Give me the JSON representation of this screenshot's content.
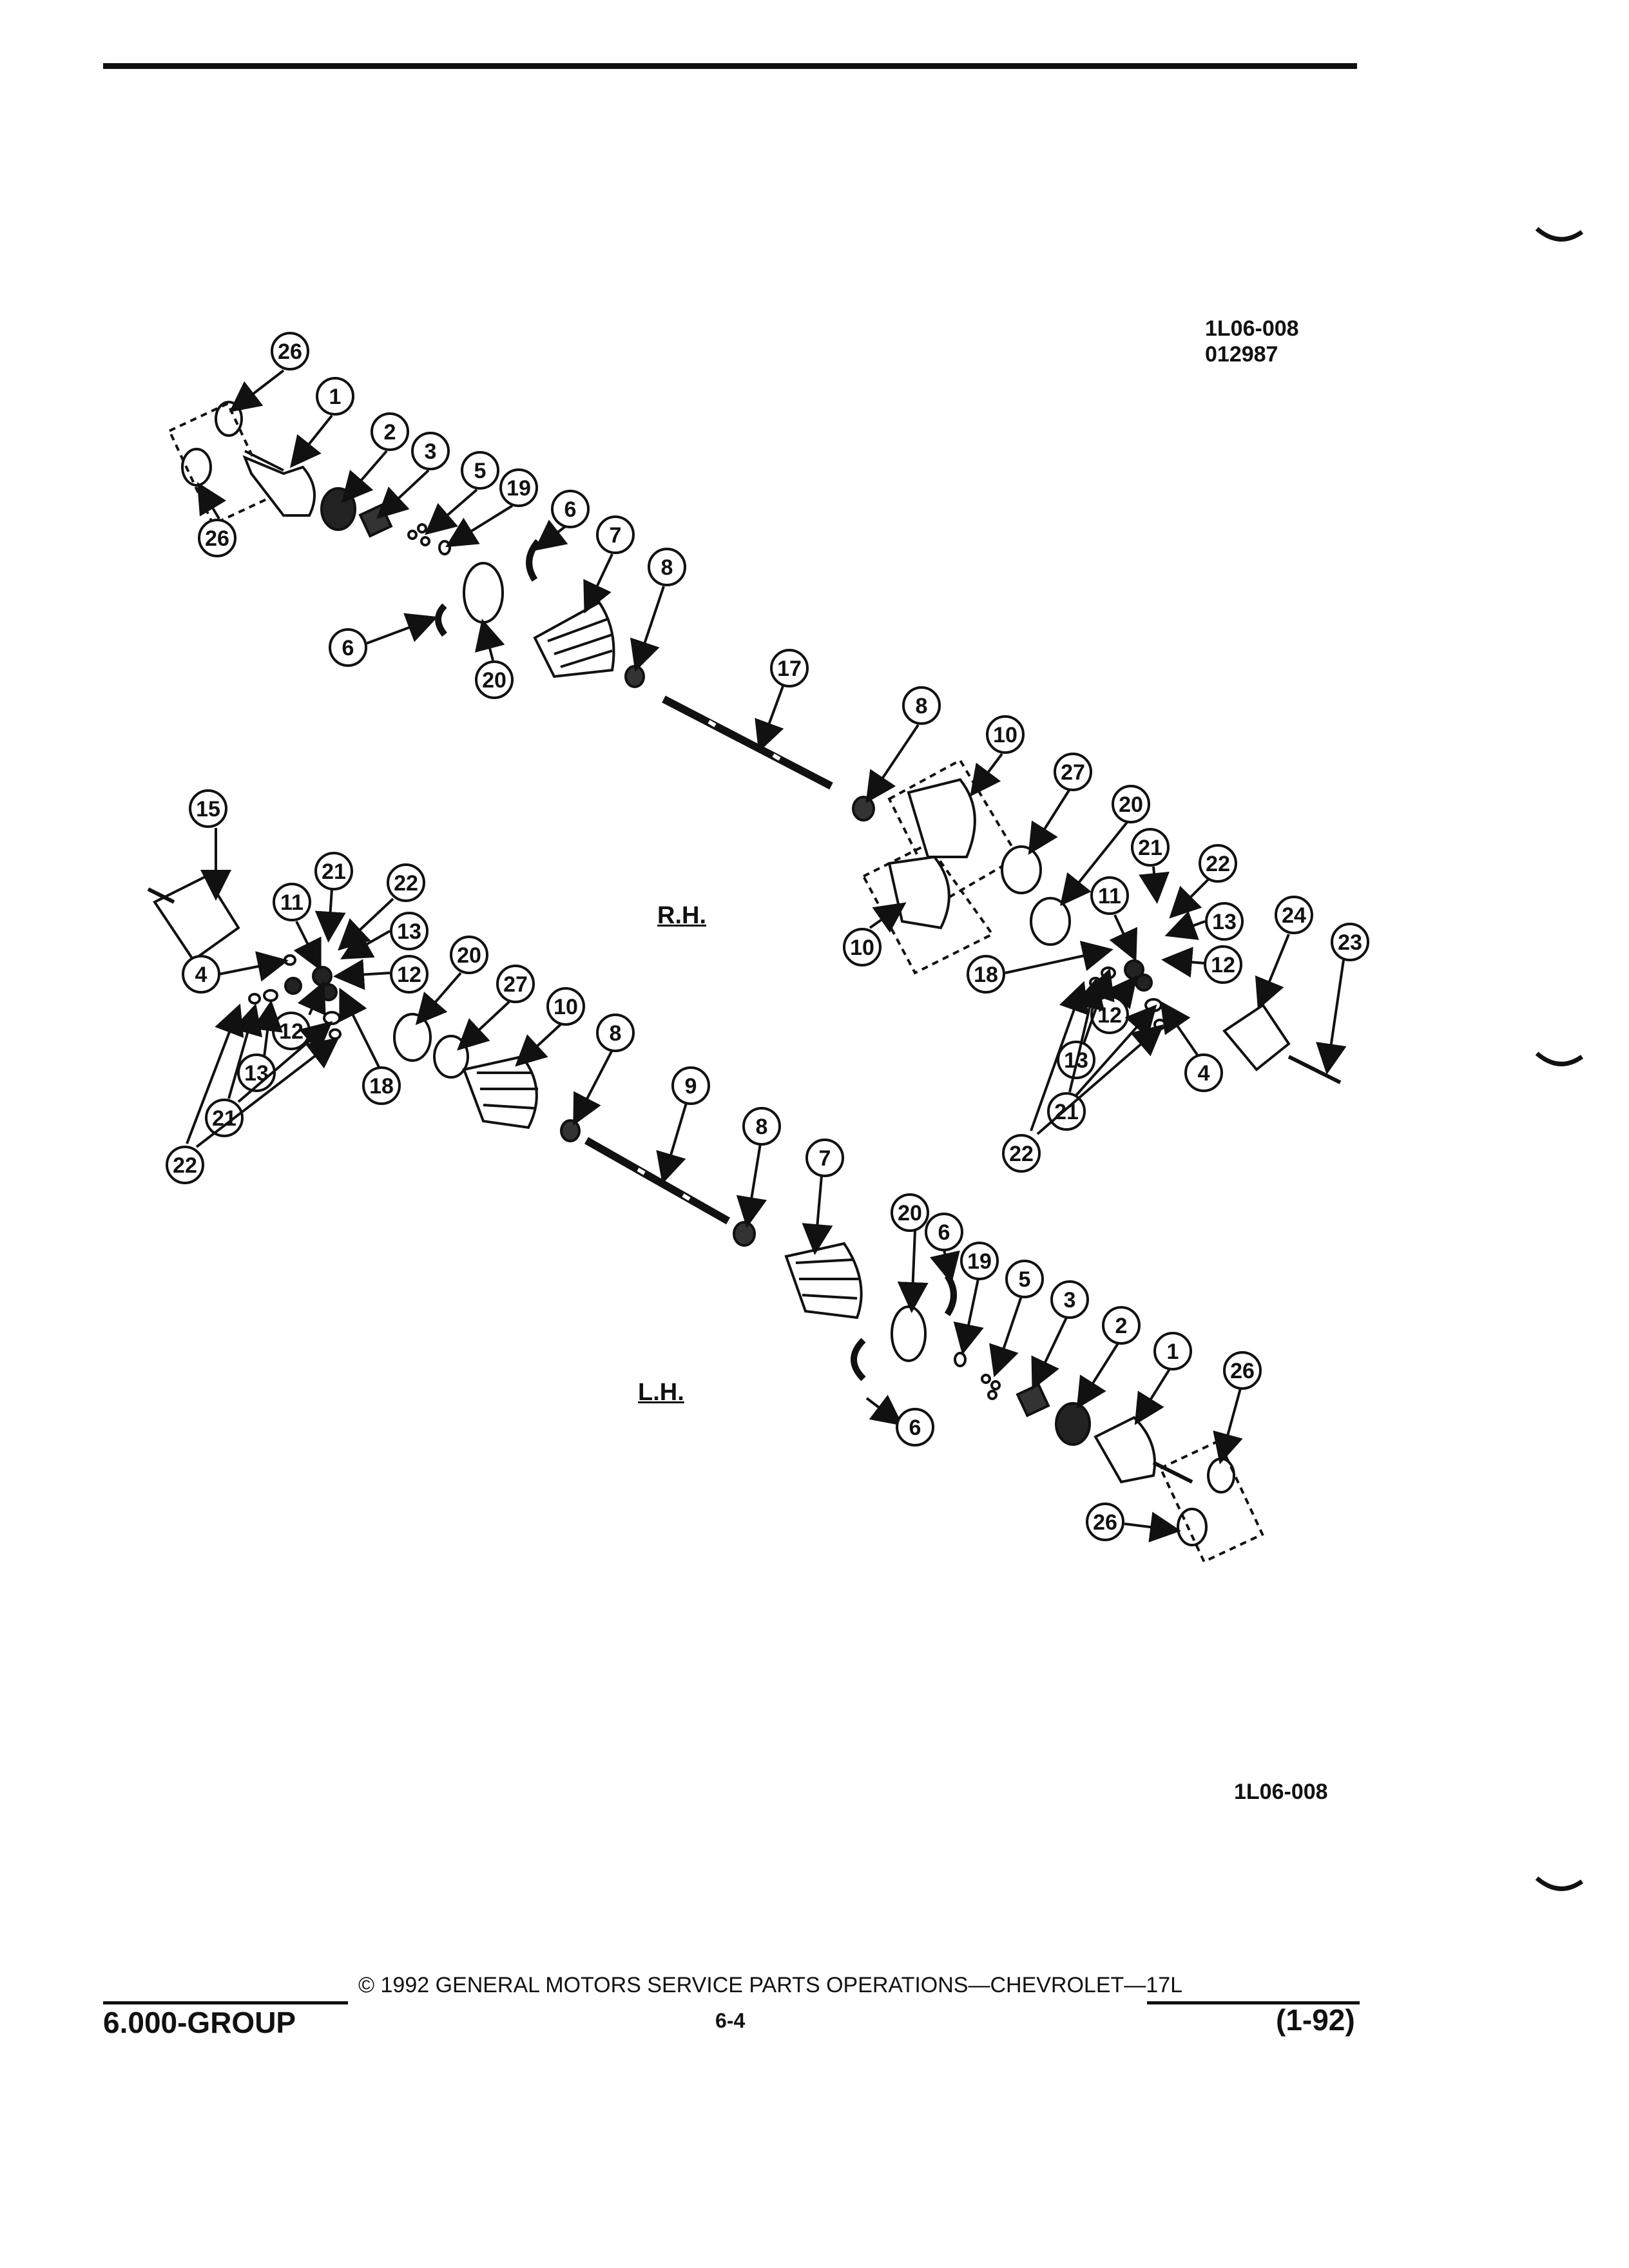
{
  "header": {
    "figure_id": "1L06-008",
    "figure_code": "012987"
  },
  "labels": {
    "right_hand": "R.H.",
    "left_hand": "L.H."
  },
  "figure_id_bottom": "1L06-008",
  "footer": {
    "copyright": "© 1992 GENERAL MOTORS SERVICE PARTS OPERATIONS—CHEVROLET—17L",
    "group": "6.000-GROUP",
    "page": "6-4",
    "date_code": "(1-92)"
  },
  "callouts": {
    "c26a": "26",
    "c26b": "26",
    "c1a": "1",
    "c2a": "2",
    "c3a": "3",
    "c5a": "5",
    "c19a": "19",
    "c6a": "6",
    "c7a": "7",
    "c8a": "8",
    "c6b": "6",
    "c20a": "20",
    "c17": "17",
    "c8b": "8",
    "c10a": "10",
    "c27a": "27",
    "c20b": "20",
    "c10b": "10",
    "c21a": "21",
    "c22a": "22",
    "c11a": "11",
    "c13a": "13",
    "c24": "24",
    "c23": "23",
    "c12a": "12",
    "c18a": "18",
    "c12b": "12",
    "c13b": "13",
    "c4a": "4",
    "c21b": "21",
    "c22b": "22",
    "c15": "15",
    "c21c": "21",
    "c22c": "22",
    "c11b": "11",
    "c13c": "13",
    "c4b": "4",
    "c12c": "12",
    "c20c": "20",
    "c27b": "27",
    "c10c": "10",
    "c12d": "12",
    "c13d": "13",
    "c18b": "18",
    "c21d": "21",
    "c22d": "22",
    "c8c": "8",
    "c9": "9",
    "c8d": "8",
    "c7b": "7",
    "c20d": "20",
    "c6c": "6",
    "c19b": "19",
    "c5b": "5",
    "c3b": "3",
    "c2b": "2",
    "c1b": "1",
    "c26c": "26",
    "c26d": "26",
    "c6d": "6"
  }
}
